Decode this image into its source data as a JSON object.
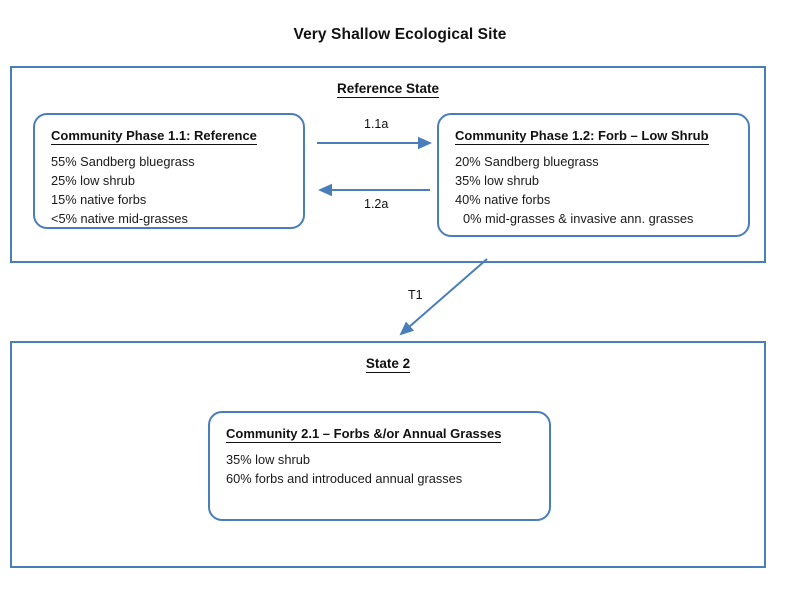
{
  "title": "Very Shallow Ecological Site",
  "colors": {
    "box_border": "#4a7ebb",
    "arrow": "#4a7ebb",
    "text": "#1a1a1a",
    "background": "#ffffff"
  },
  "states": [
    {
      "id": "reference",
      "heading": "Reference State",
      "phases": [
        {
          "id": "phase-11",
          "title": "Community Phase 1.1: Reference",
          "lines": [
            "55% Sandberg bluegrass",
            "25% low shrub",
            "15% native forbs",
            "<5% native mid-grasses"
          ]
        },
        {
          "id": "phase-12",
          "title": "Community Phase 1.2: Forb – Low Shrub",
          "lines": [
            "20% Sandberg bluegrass",
            "35% low shrub",
            "40% native forbs",
            " 0% mid-grasses & invasive ann. grasses"
          ]
        }
      ]
    },
    {
      "id": "state-two",
      "heading": "State 2",
      "phases": [
        {
          "id": "phase-21",
          "title": "Community 2.1 – Forbs &/or Annual Grasses",
          "lines": [
            "35% low shrub",
            "60% forbs and introduced annual grasses"
          ]
        }
      ]
    }
  ],
  "transitions": [
    {
      "id": "t-11a",
      "label": "1.1a",
      "from": "phase-11",
      "to": "phase-12",
      "direction": "right"
    },
    {
      "id": "t-12a",
      "label": "1.2a",
      "from": "phase-12",
      "to": "phase-11",
      "direction": "left"
    },
    {
      "id": "t-t1",
      "label": "T1",
      "from": "reference",
      "to": "state-two",
      "direction": "down-left"
    }
  ]
}
